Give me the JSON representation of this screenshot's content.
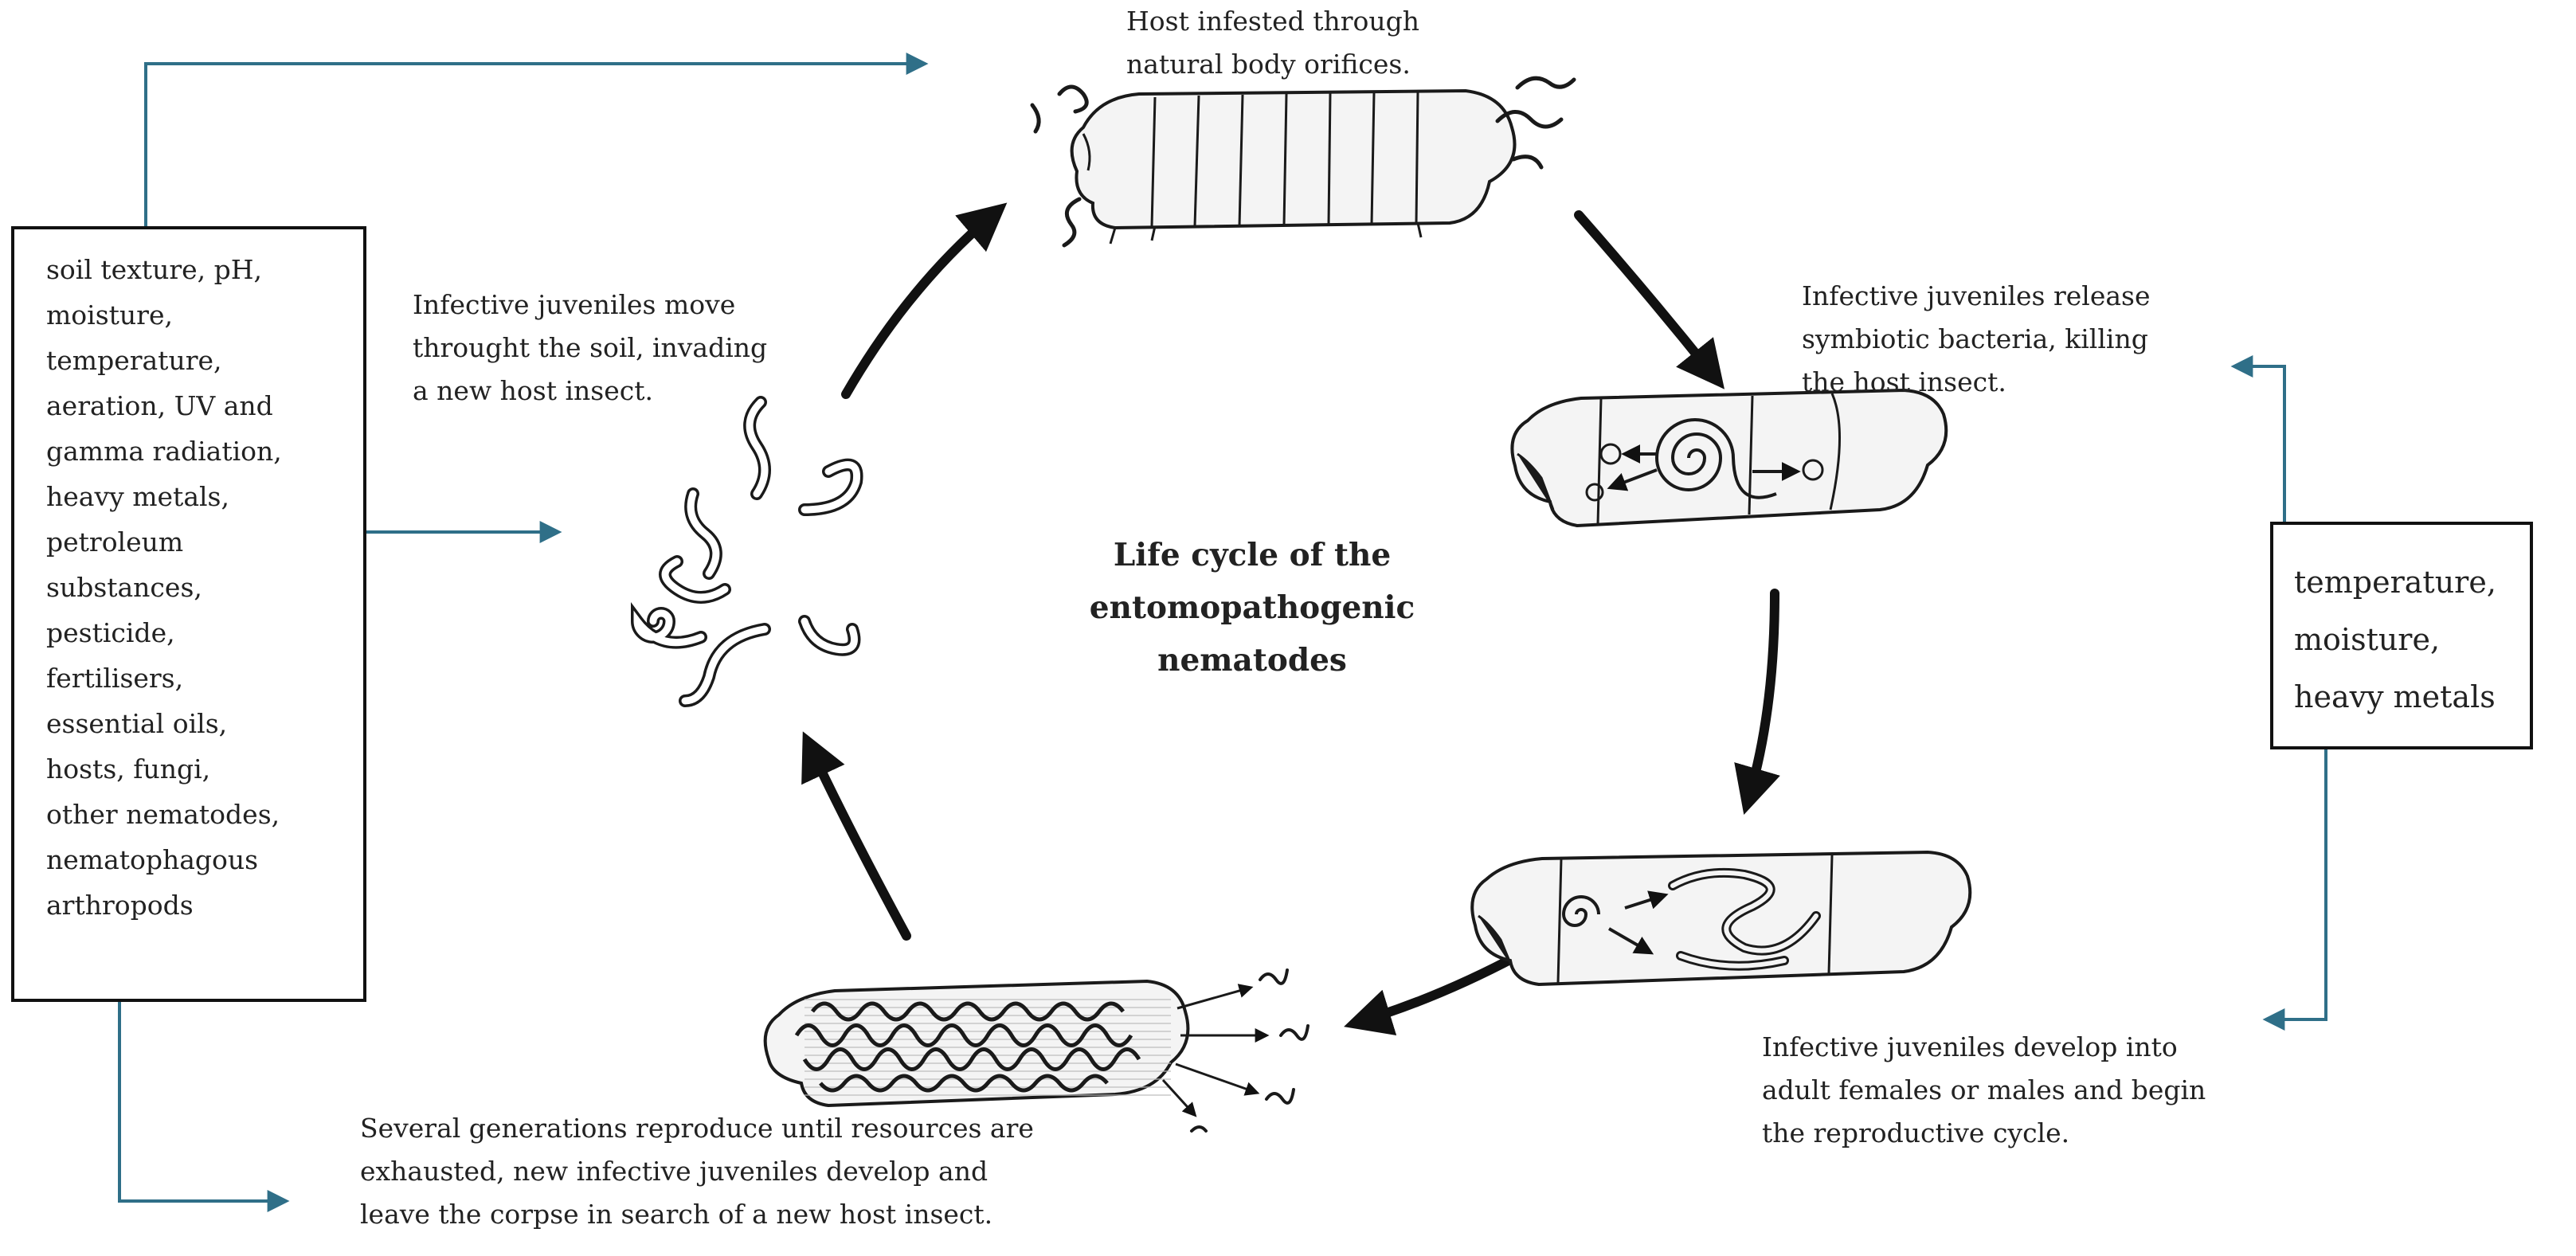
{
  "title": "Life cycle of the\nentomopathogenic nematodes",
  "stages": {
    "infestation": "Host infested through\nnatural body orifices.",
    "bacteria_release": "Infective juveniles release\nsymbiotic bacteria, killing\nthe host insect.",
    "development": "Infective juveniles develop into\nadult females or males and begin\nthe reproductive cycle.",
    "reproduction": "Several generations reproduce until resources are\nexhausted, new infective juveniles develop and\nleave the corpse in search of a new host insect.",
    "soil_movement": "Infective juveniles move\nthrought the soil, invading\na new host insect."
  },
  "factors_left": "soil texture, pH,\nmoisture,\ntemperature,\naeration, UV and\ngamma radiation,\nheavy metals,\npetroleum\nsubstances,\npesticide,\nfertilisers,\nessential oils,\nhosts, fungi,\nother nematodes,\nnematophagous\narthropods",
  "factors_right": "temperature,\nmoisture,\nheavy metals",
  "colors": {
    "connector": "#2f6f88",
    "cycle_arrow": "#111111",
    "body_fill": "#f4f4f4",
    "outline": "#1a1a1a"
  }
}
